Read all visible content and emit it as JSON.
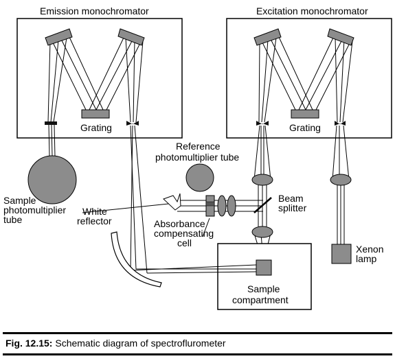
{
  "labels": {
    "emission_monochromator": "Emission monochromator",
    "excitation_monochromator": "Excitation monochromator",
    "grating_left": "Grating",
    "grating_right": "Grating",
    "reference_pmt_line1": "Reference",
    "reference_pmt_line2": "photomultiplier tube",
    "sample_pmt_line1": "Sample",
    "sample_pmt_line2": "photomultiplier",
    "sample_pmt_line3": "tube",
    "white_reflector_line1": "White",
    "white_reflector_line2": "reflector",
    "absorbance_line1": "Absorbance",
    "absorbance_line2": "compensating",
    "absorbance_line3": "cell",
    "beam_splitter_line1": "Beam",
    "beam_splitter_line2": "splitter",
    "xenon_line1": "Xenon",
    "xenon_line2": "lamp",
    "sample_compartment_line1": "Sample",
    "sample_compartment_line2": "compartment"
  },
  "caption": {
    "figure_number": "Fig. 12.15:",
    "text": "Schematic diagram of spectroflurometer"
  },
  "colors": {
    "component_fill": "#8c8c8c",
    "line": "#000000",
    "background": "#ffffff"
  }
}
